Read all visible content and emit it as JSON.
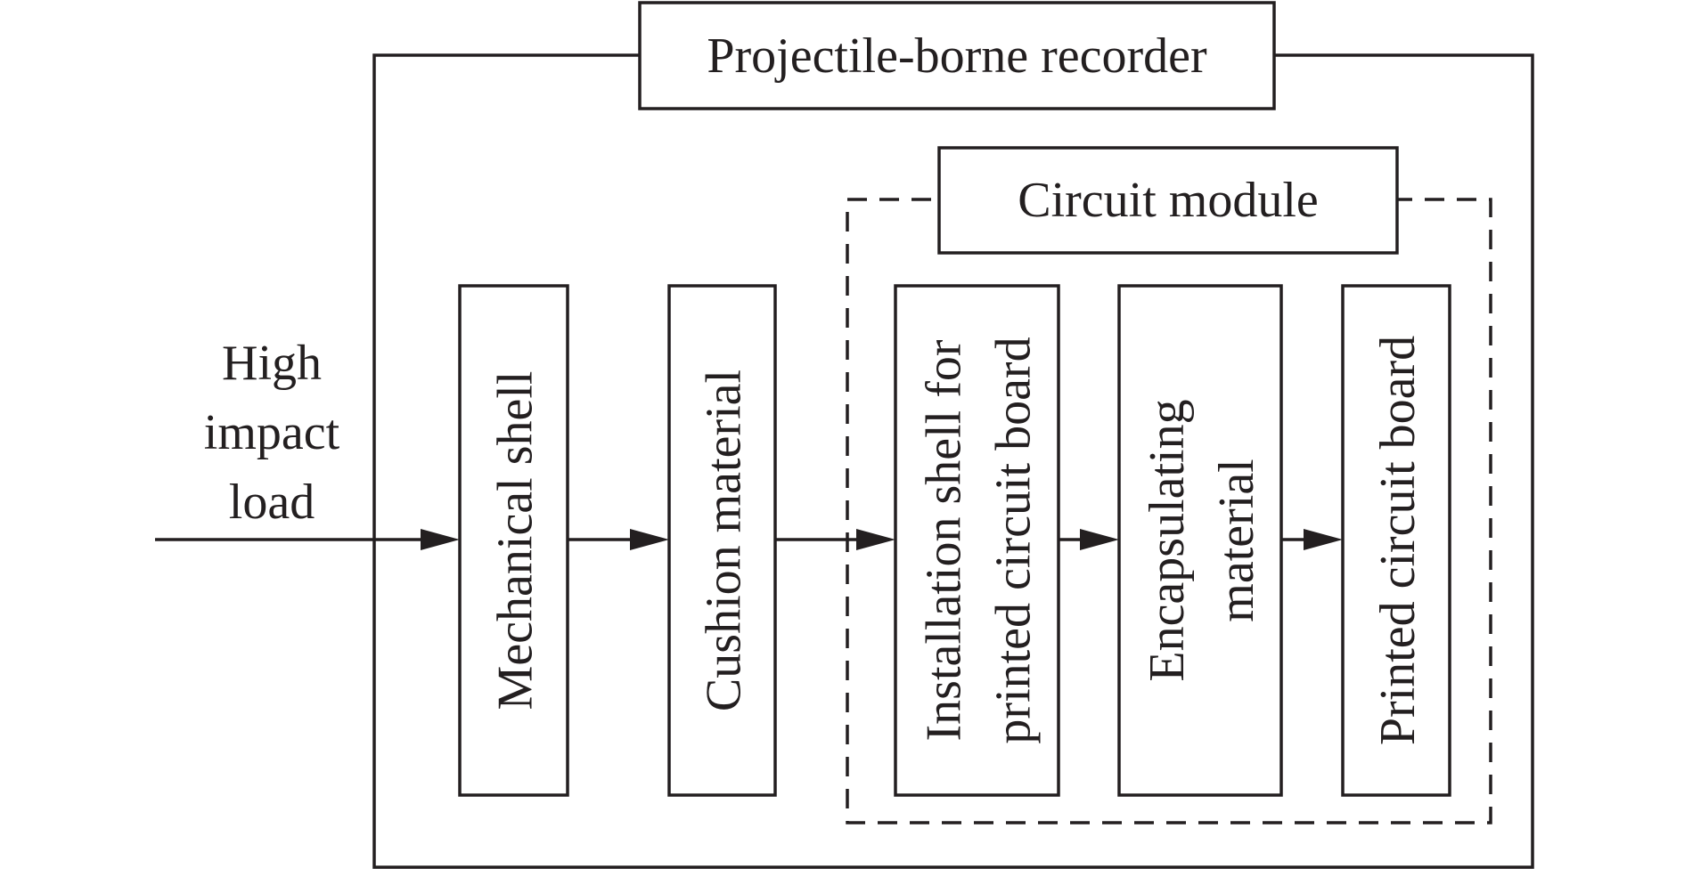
{
  "diagram": {
    "outer_title": "Projectile-borne recorder",
    "group_title": "Circuit module",
    "input_label": [
      "High",
      "impact",
      "load"
    ],
    "blocks": [
      {
        "id": "mechanical-shell",
        "lines": [
          "Mechanical shell"
        ]
      },
      {
        "id": "cushion-material",
        "lines": [
          "Cushion material"
        ]
      },
      {
        "id": "installation-shell",
        "lines": [
          "Installation shell for",
          "printed circuit board"
        ]
      },
      {
        "id": "encapsulating-material",
        "lines": [
          "Encapsulating",
          "material"
        ]
      },
      {
        "id": "printed-circuit-board",
        "lines": [
          "Printed circuit board"
        ]
      }
    ],
    "colors": {
      "stroke": "#231f20",
      "background": "#ffffff"
    }
  }
}
